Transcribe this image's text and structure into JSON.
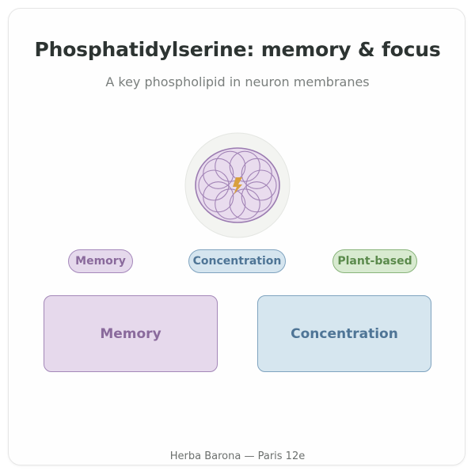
{
  "header": {
    "title": "Phosphatidylserine: memory & focus",
    "subtitle": "A key phospholipid in neuron membranes"
  },
  "emblem": {
    "icon": "neuron-membrane-icon",
    "accent_icon": "lightning-bolt-icon",
    "colors": {
      "outer_ring": "#f3f4f1",
      "membrane_fill": "#e9dcee",
      "membrane_stroke": "#9b7bb1",
      "bolt": "#d8a03e"
    }
  },
  "tags": [
    {
      "label": "Memory",
      "color": "#a588bb"
    },
    {
      "label": "Concentration",
      "color": "#7fa3bf"
    },
    {
      "label": "Plant-based",
      "color": "#88b47a"
    }
  ],
  "benefits": [
    {
      "label": "Memory",
      "color": "#a387b8"
    },
    {
      "label": "Concentration",
      "color": "#7fa3bf"
    }
  ],
  "footer": {
    "text": "Herba Barona — Paris 12e"
  }
}
